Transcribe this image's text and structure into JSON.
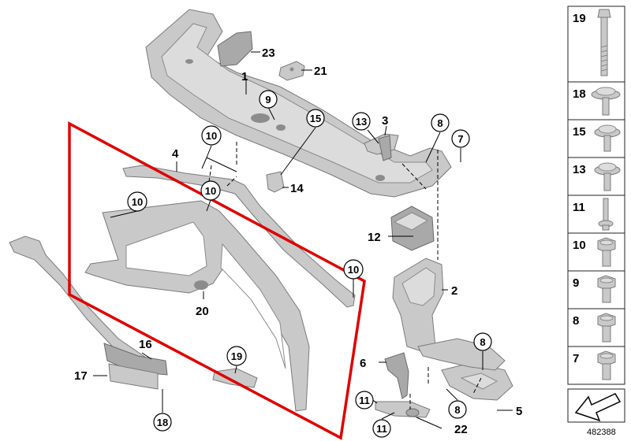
{
  "diagram": {
    "reference_number": "482388",
    "highlight_color": "#e00000",
    "plain_labels": [
      "23",
      "21",
      "1",
      "3",
      "4",
      "14",
      "12",
      "2",
      "20",
      "16",
      "17",
      "6",
      "5",
      "22"
    ],
    "circled_labels": [
      "9",
      "15",
      "13",
      "10",
      "10",
      "10",
      "10",
      "8",
      "7",
      "8",
      "19",
      "11",
      "8",
      "11",
      "18"
    ],
    "sidebar_parts": [
      {
        "number": "19",
        "icon": "long-bolt-icon"
      },
      {
        "number": "18",
        "icon": "flange-screw-icon"
      },
      {
        "number": "15",
        "icon": "flange-screw-icon"
      },
      {
        "number": "13",
        "icon": "flange-screw-icon"
      },
      {
        "number": "11",
        "icon": "stud-bolt-icon"
      },
      {
        "number": "10",
        "icon": "hex-bolt-icon"
      },
      {
        "number": "9",
        "icon": "hex-bolt-icon"
      },
      {
        "number": "8",
        "icon": "hex-bolt-icon"
      },
      {
        "number": "7",
        "icon": "hex-bolt-icon"
      }
    ]
  }
}
